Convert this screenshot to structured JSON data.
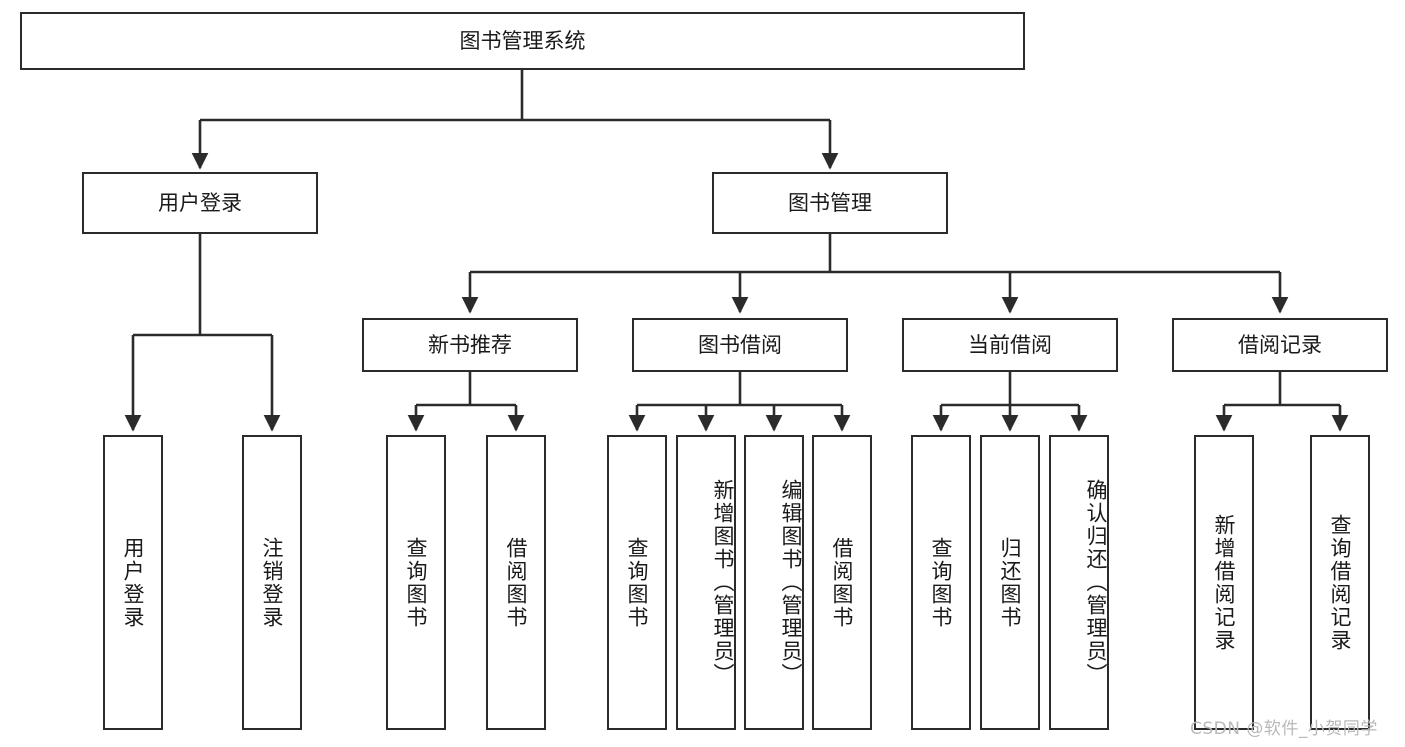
{
  "diagram": {
    "title_node": {
      "label": "图书管理系统"
    },
    "level1": [
      {
        "id": "user-login",
        "label": "用户登录"
      },
      {
        "id": "book-management",
        "label": "图书管理"
      }
    ],
    "level2": [
      {
        "id": "new-book-recommend",
        "label": "新书推荐",
        "parent": "book-management"
      },
      {
        "id": "book-borrow",
        "label": "图书借阅",
        "parent": "book-management"
      },
      {
        "id": "current-borrow",
        "label": "当前借阅",
        "parent": "book-management"
      },
      {
        "id": "borrow-record",
        "label": "借阅记录",
        "parent": "book-management"
      }
    ],
    "leaves": [
      {
        "id": "leaf-user-login",
        "label": "用户登录",
        "parent": "user-login"
      },
      {
        "id": "leaf-logout-login",
        "label": "注销登录",
        "parent": "user-login"
      },
      {
        "id": "leaf-query-book-1",
        "label": "查询图书",
        "parent": "new-book-recommend"
      },
      {
        "id": "leaf-borrow-book-1",
        "label": "借阅图书",
        "parent": "new-book-recommend"
      },
      {
        "id": "leaf-query-book-2",
        "label": "查询图书",
        "parent": "book-borrow"
      },
      {
        "id": "leaf-add-book",
        "label": "新增图书（管理员）",
        "parent": "book-borrow"
      },
      {
        "id": "leaf-edit-book",
        "label": "编辑图书（管理员）",
        "parent": "book-borrow"
      },
      {
        "id": "leaf-borrow-book-2",
        "label": "借阅图书",
        "parent": "book-borrow"
      },
      {
        "id": "leaf-query-book-3",
        "label": "查询图书",
        "parent": "current-borrow"
      },
      {
        "id": "leaf-return-book",
        "label": "归还图书",
        "parent": "current-borrow"
      },
      {
        "id": "leaf-confirm-return",
        "label": "确认归还（管理员）",
        "parent": "current-borrow"
      },
      {
        "id": "leaf-add-record",
        "label": "新增借阅记录",
        "parent": "borrow-record"
      },
      {
        "id": "leaf-query-record",
        "label": "查询借阅记录",
        "parent": "borrow-record"
      }
    ],
    "watermark": {
      "text": "CSDN @软件_小贺同学"
    },
    "colors": {
      "stroke": "#2b2b2b",
      "fill": "#ffffff",
      "text": "#1a1a1a",
      "watermark": "#b9b9b9"
    }
  }
}
